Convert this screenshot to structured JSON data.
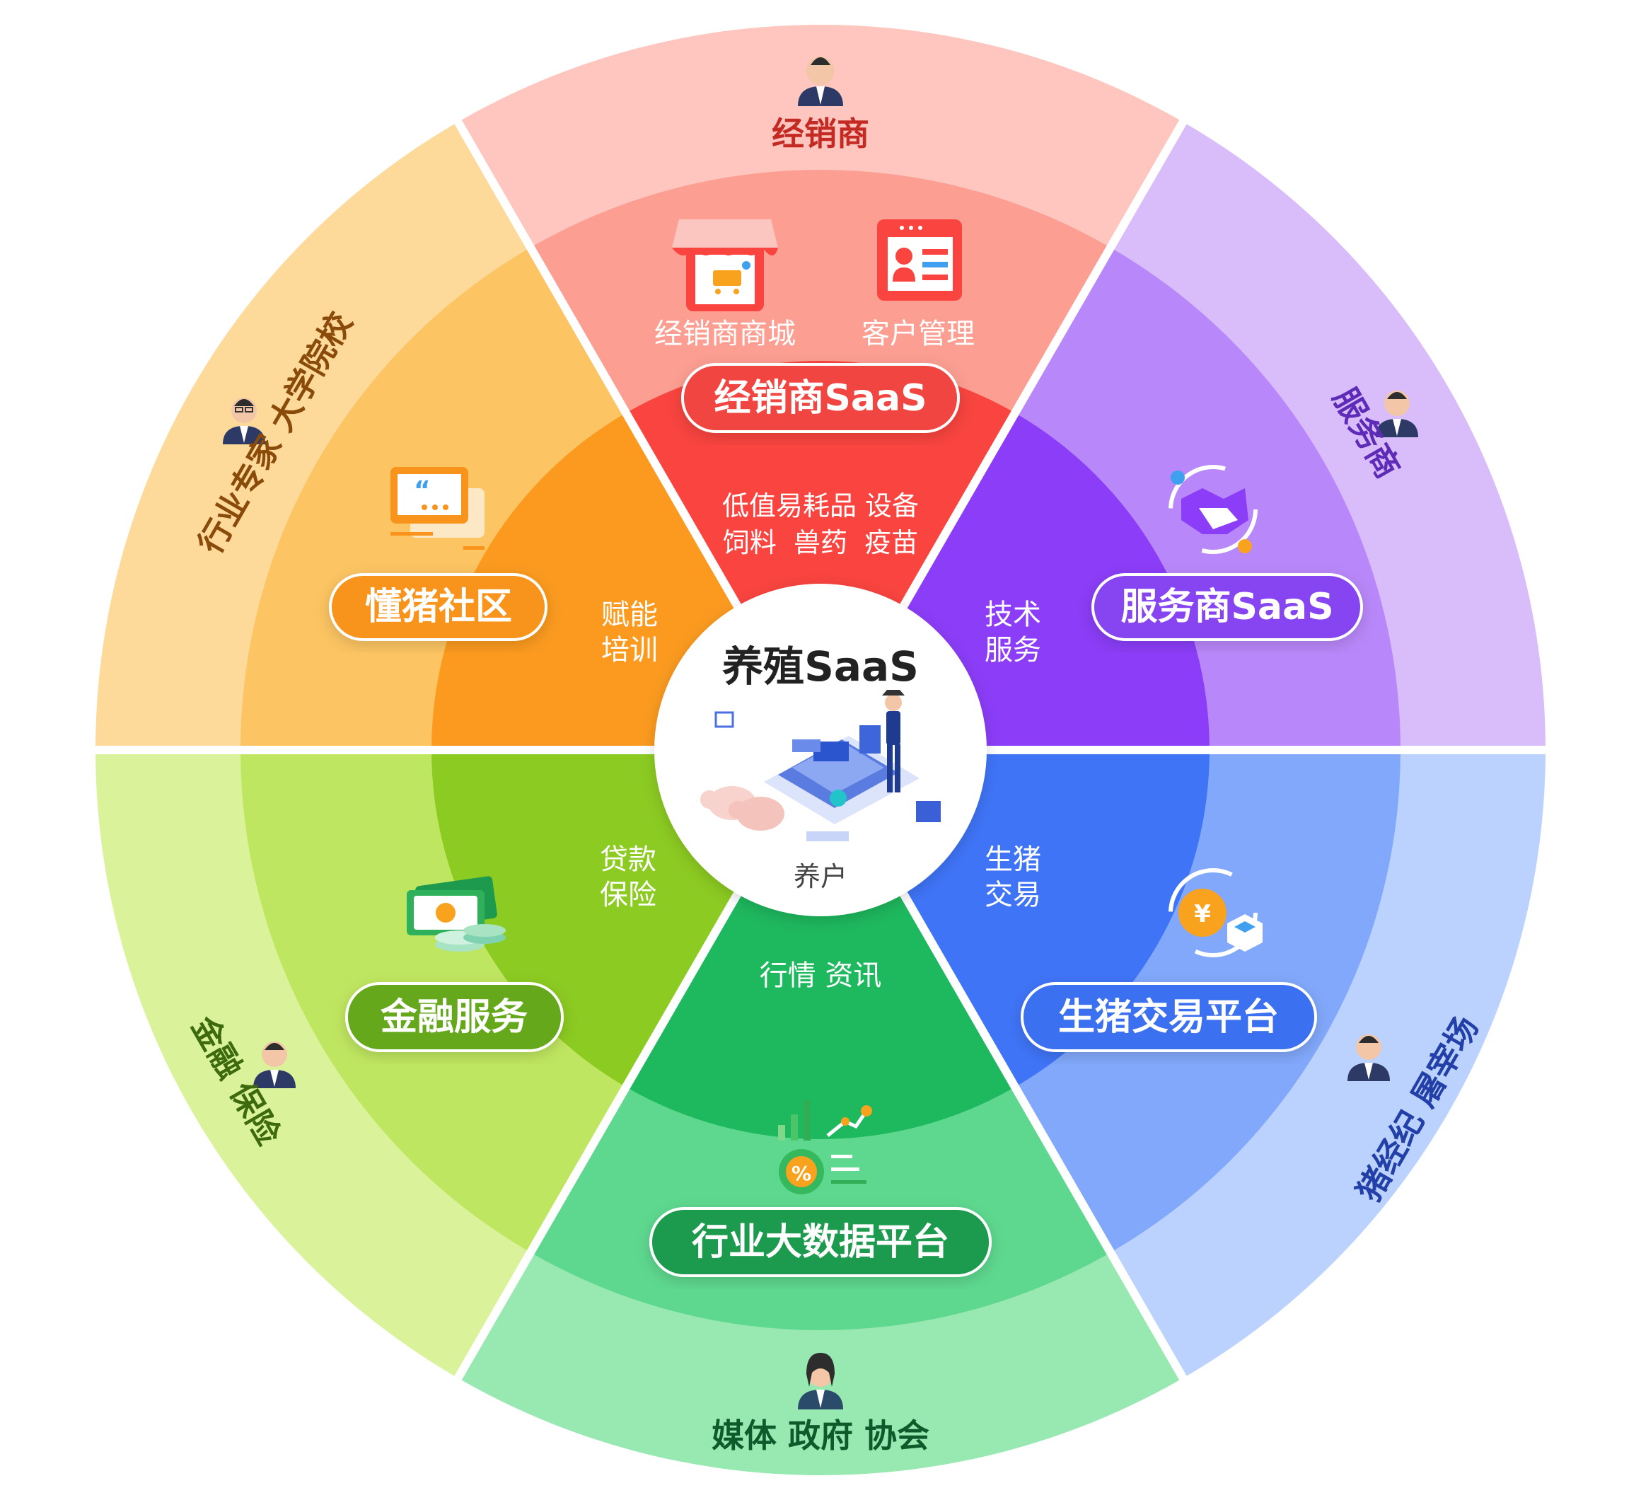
{
  "center": {
    "title": "养殖SaaS",
    "subtitle": "养户"
  },
  "segments": [
    {
      "id": "dealer",
      "outer_label": "经销商",
      "platform": "经销商SaaS",
      "features": [
        "经销商商城",
        "客户管理"
      ],
      "inner_lines": [
        "低值易耗品 设备",
        "饲料  兽药  疫苗"
      ],
      "colors": {
        "outer": "#FEC6BE",
        "mid": "#FC9E92",
        "inner": "#F9443F",
        "pill": "#F0453F",
        "text": "#C42A24"
      }
    },
    {
      "id": "service",
      "outer_label": "服务商",
      "platform": "服务商SaaS",
      "inner_lines": [
        "技术",
        "服务"
      ],
      "colors": {
        "outer": "#D9BDFB",
        "mid": "#B887F9",
        "inner": "#8B3DF7",
        "pill": "#8644F0",
        "text": "#5E2BB8"
      }
    },
    {
      "id": "pig-trade",
      "outer_label": "猪经纪 屠宰场",
      "platform": "生猪交易平台",
      "inner_lines": [
        "生猪",
        "交易"
      ],
      "colors": {
        "outer": "#BAD2FD",
        "mid": "#81A8FB",
        "inner": "#3F74F7",
        "pill": "#3B6FF0",
        "text": "#2340A8"
      }
    },
    {
      "id": "big-data",
      "outer_label": "媒体 政府 协会",
      "platform": "行业大数据平台",
      "inner_lines": [
        "行情 资讯"
      ],
      "colors": {
        "outer": "#98E8B2",
        "mid": "#5ED88F",
        "inner": "#1EB85E",
        "pill": "#1E9A4E",
        "text": "#0E5A2A"
      }
    },
    {
      "id": "finance",
      "outer_label": "金融 保险",
      "platform": "金融服务",
      "inner_lines": [
        "贷款",
        "保险"
      ],
      "colors": {
        "outer": "#DAF39A",
        "mid": "#BFE660",
        "inner": "#8CCB22",
        "pill": "#66A81A",
        "text": "#3E6A0E"
      }
    },
    {
      "id": "community",
      "outer_label": "行业专家 大学院校",
      "platform": "懂猪社区",
      "inner_lines": [
        "赋能",
        "培训"
      ],
      "colors": {
        "outer": "#FDD99A",
        "mid": "#FCC462",
        "inner": "#FB9A1F",
        "pill": "#F8931C",
        "text": "#8A4A0A"
      }
    }
  ]
}
